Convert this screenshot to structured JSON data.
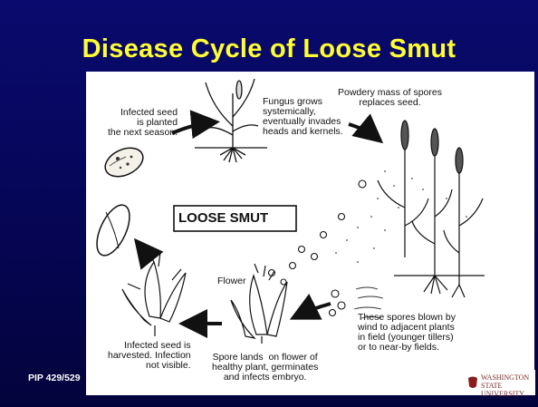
{
  "slide": {
    "title": "Disease Cycle of Loose Smut",
    "footer_code": "PIP 429/529",
    "logo_text": "WASHINGTON STATE UNIVERSITY"
  },
  "diagram": {
    "center_label": "LOOSE SMUT",
    "labels": {
      "seed_planted": "Infected seed\nis planted\nthe next season.",
      "fungus_grows": "Fungus grows\nsystemically,\neventually invades\nheads and kernels.",
      "powdery_mass": "Powdery mass of spores\nreplaces seed.",
      "spores_blown": "These spores blown by\nwind to adjacent plants\nin field (younger tillers)\nor to near-by fields.",
      "flower": "Flower",
      "spore_lands": "Spore lands  on flower of\nhealthy plant, germinates\nand infects embryo.",
      "seed_harvested": "Infected seed is\nharvested. Infection\nnot visible."
    }
  }
}
